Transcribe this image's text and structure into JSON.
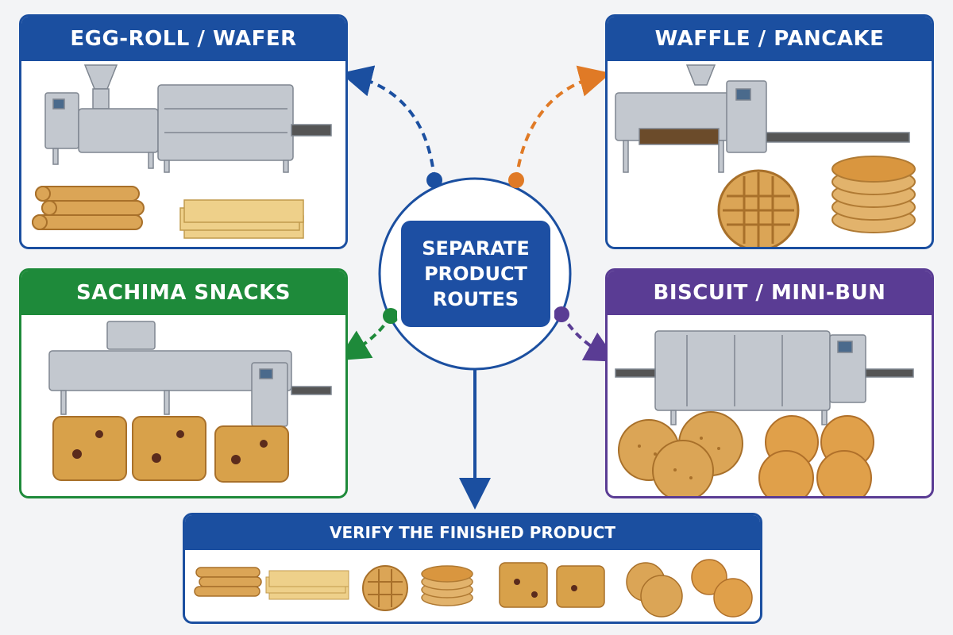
{
  "center": {
    "lines": [
      "SEPARATE",
      "PRODUCT",
      "ROUTES"
    ]
  },
  "panels": {
    "egg_roll": {
      "title": "EGG-ROLL / WAFER",
      "color": "#1b4fa0"
    },
    "waffle": {
      "title": "WAFFLE / PANCAKE",
      "color": "#1b4fa0"
    },
    "sachima": {
      "title": "SACHIMA SNACKS",
      "color": "#1e8a3a"
    },
    "biscuit": {
      "title": "BISCUIT / MINI-BUN",
      "color": "#5a3c94"
    }
  },
  "verify": {
    "title": "VERIFY THE FINISHED PRODUCT",
    "color": "#1b4fa0"
  },
  "colors": {
    "hub": "#1d4fa3",
    "route_blue": "#1b4fa0",
    "route_orange": "#e07a26",
    "route_green": "#1e8a3a",
    "route_purple": "#5a3c94",
    "steel": "#b8bec6",
    "dough": "#dba556"
  }
}
